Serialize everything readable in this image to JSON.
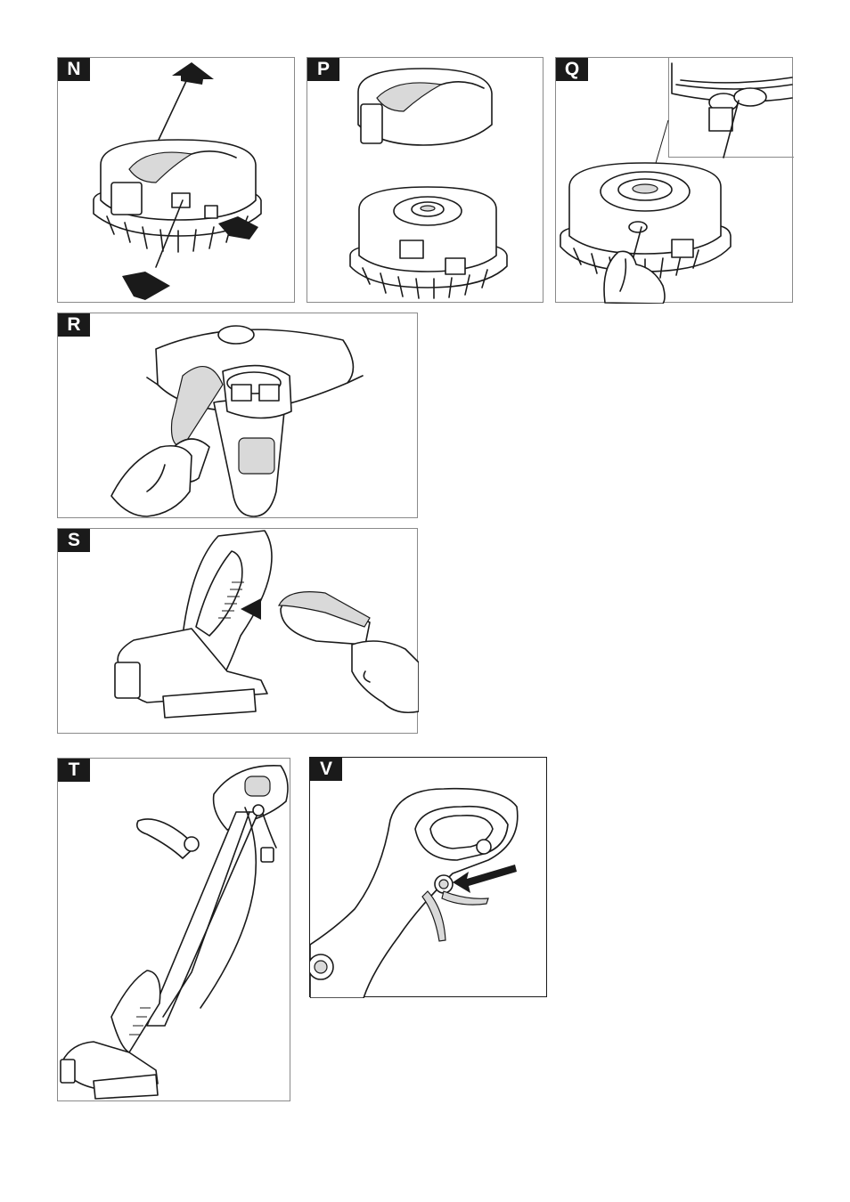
{
  "figures": [
    {
      "id": "N",
      "label": "N"
    },
    {
      "id": "P",
      "label": "P"
    },
    {
      "id": "Q",
      "label": "Q"
    },
    {
      "id": "R",
      "label": "R"
    },
    {
      "id": "S",
      "label": "S"
    },
    {
      "id": "T",
      "label": "T"
    },
    {
      "id": "V",
      "label": "V"
    }
  ]
}
